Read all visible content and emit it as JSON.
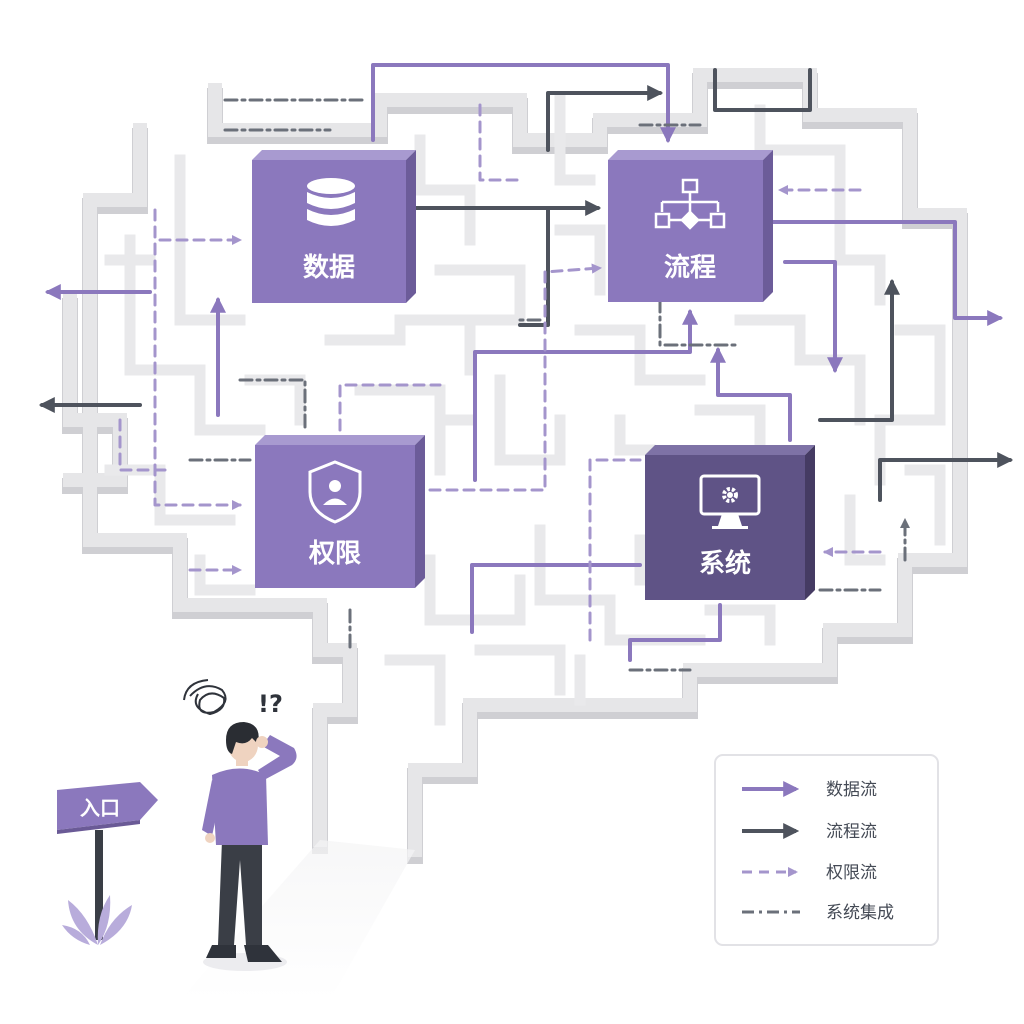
{
  "nodes": [
    {
      "id": "data",
      "label": "数据",
      "icon": "database-icon"
    },
    {
      "id": "process",
      "label": "流程",
      "icon": "flowchart-icon"
    },
    {
      "id": "permission",
      "label": "权限",
      "icon": "shield-user-icon"
    },
    {
      "id": "system",
      "label": "系统",
      "icon": "monitor-gear-icon"
    }
  ],
  "legend": [
    {
      "label": "数据流",
      "style": "solid",
      "color": "#8b78bd"
    },
    {
      "label": "流程流",
      "style": "solid",
      "color": "#4e535d"
    },
    {
      "label": "权限流",
      "style": "dashed",
      "color": "#8b78bd"
    },
    {
      "label": "系统集成",
      "style": "dashdot",
      "color": "#4e535d"
    }
  ],
  "entrance_sign": "入口",
  "confusion_mark": "!?",
  "colors": {
    "accent": "#8b78bd",
    "accent_dark": "#6a5a96",
    "system_node": "#5f5386",
    "process_flow": "#4e535d",
    "maze_wall": "#e4e4e6"
  }
}
